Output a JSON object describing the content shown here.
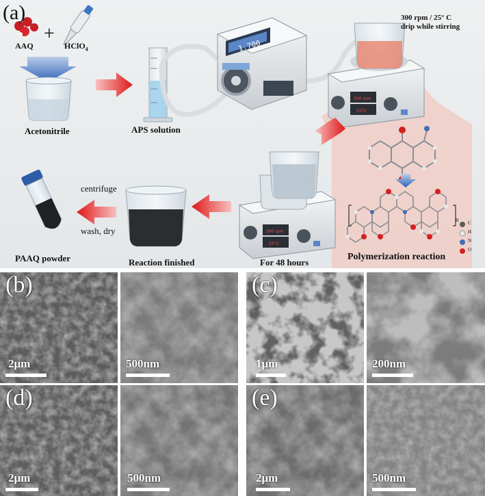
{
  "schematic": {
    "label": "(a)",
    "reagent_1": "AAQ",
    "plus": "+",
    "reagent_2": "HClO",
    "reagent_2_sub": "4",
    "solvent": "Acetonitrile",
    "aps": "APS solution",
    "pump_display": "1.700",
    "condition_line1": "300 rpm / 25° C",
    "condition_line2": "drip while stirring",
    "stirrer_display_1": "300 rpm",
    "stirrer_display_2": "25°C",
    "duration": "For 48 hours",
    "reaction_finished": "Reaction finished",
    "centrifuge": "centrifuge",
    "wash_dry": "wash, dry",
    "product": "PAAQ powder",
    "polymerization": "Polymerization reaction",
    "polymer_subscript": "n",
    "legend_atoms": [
      "C",
      "H",
      "N",
      "O"
    ],
    "atom_colors": {
      "C": "#5a5a5a",
      "H": "#e8e8e8",
      "N": "#3f6fb5",
      "O": "#d42020"
    },
    "arrow_color": "#e02020"
  },
  "micrographs": [
    {
      "label": "(b)",
      "scale_left": "2μm",
      "scale_right": "500nm",
      "type": "SEM"
    },
    {
      "label": "(c)",
      "scale_left": "1μm",
      "scale_right": "200nm",
      "type": "TEM"
    },
    {
      "label": "(d)",
      "scale_left": "2μm",
      "scale_right": "500nm",
      "type": "SEM"
    },
    {
      "label": "(e)",
      "scale_left": "2μm",
      "scale_right": "500nm",
      "type": "SEM"
    }
  ]
}
